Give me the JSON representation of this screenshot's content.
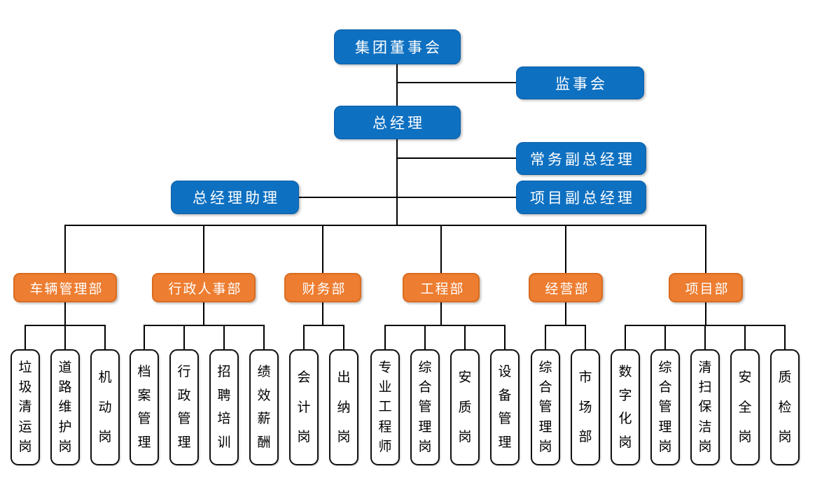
{
  "diagram": {
    "type": "org-chart",
    "colors": {
      "primary_blue": "#0E70C1",
      "accent_orange": "#ED7D31",
      "connector": "#000000",
      "post_border": "#111111",
      "text_on_color": "#FFFFFF",
      "post_text": "#000000"
    }
  },
  "nodes": {
    "board": {
      "label": "集团董事会"
    },
    "supervisory": {
      "label": "监事会"
    },
    "gm": {
      "label": "总经理"
    },
    "exec_deputy_gm": {
      "label": "常务副总经理"
    },
    "gm_assistant": {
      "label": "总经理助理"
    },
    "project_deputy_gm": {
      "label": "项目副总经理"
    },
    "departments": [
      {
        "label": "车辆管理部",
        "posts": [
          "垃圾清运岗",
          "道路维护岗",
          "机动岗"
        ]
      },
      {
        "label": "行政人事部",
        "posts": [
          "档案管理",
          "行政管理",
          "招聘培训",
          "绩效薪酬"
        ]
      },
      {
        "label": "财务部",
        "posts": [
          "会计岗",
          "出纳岗"
        ]
      },
      {
        "label": "工程部",
        "posts": [
          "专业工程师",
          "综合管理岗",
          "安质岗",
          "设备管理"
        ]
      },
      {
        "label": "经营部",
        "posts": [
          "综合管理岗",
          "市场部"
        ]
      },
      {
        "label": "项目部",
        "posts": [
          "数字化岗",
          "综合管理岗",
          "清扫保洁岗",
          "安全岗",
          "质检岗"
        ]
      }
    ]
  }
}
